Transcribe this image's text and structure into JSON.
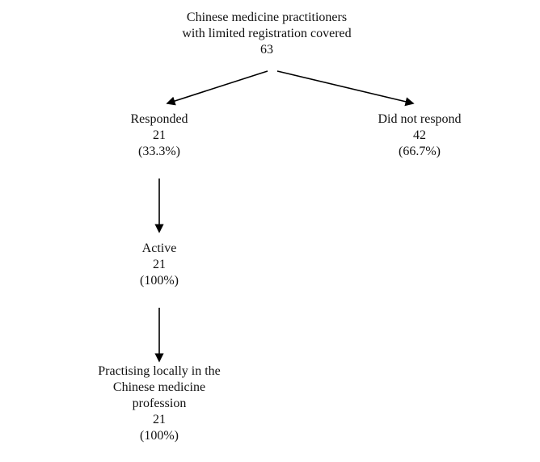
{
  "diagram": {
    "type": "flowchart",
    "title_node": {
      "line1": "Chinese medicine practitioners",
      "line2": "with limited registration covered",
      "count": "63"
    },
    "responded": {
      "label": "Responded",
      "count": "21",
      "percent": "(33.3%)"
    },
    "did_not_respond": {
      "label": "Did not respond",
      "count": "42",
      "percent": "(66.7%)"
    },
    "active": {
      "label": "Active",
      "count": "21",
      "percent": "(100%)"
    },
    "practising": {
      "line1": "Practising locally in the",
      "line2": "Chinese medicine",
      "line3": "profession",
      "count": "21",
      "percent": "(100%)"
    },
    "line_color": "#000000"
  }
}
